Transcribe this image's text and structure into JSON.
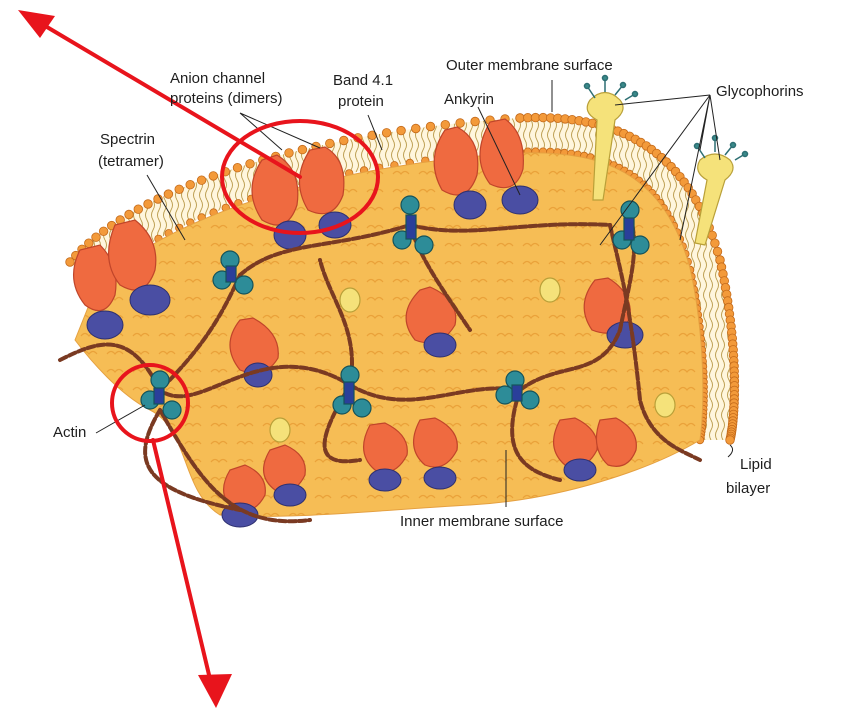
{
  "labels": {
    "anion_channel_line1": "Anion channel",
    "anion_channel_line2": "proteins (dimers)",
    "band41_line1": "Band 4.1",
    "band41_line2": "protein",
    "outer_surface": "Outer membrane surface",
    "glycophorins": "Glycophorins",
    "ankyrin": "Ankyrin",
    "spectrin_line1": "Spectrin",
    "spectrin_line2": "(tetramer)",
    "actin": "Actin",
    "lipid_line1": "Lipid",
    "lipid_line2": "bilayer",
    "inner_surface": "Inner membrane surface"
  },
  "colors": {
    "annotation_red": "#e8141c",
    "cytoplasm": "#f6bd55",
    "lipid_head": "#f39a3a",
    "band3_protein": "#ef6a40",
    "ankyrin_purple": "#4a4ea3",
    "spectrin_strand": "#7a3a22",
    "actin_teal": "#2d8c98",
    "glycophorin_yellow": "#f5e27a"
  },
  "icons": [
    "red-circle-annotation",
    "red-arrow-annotation"
  ]
}
